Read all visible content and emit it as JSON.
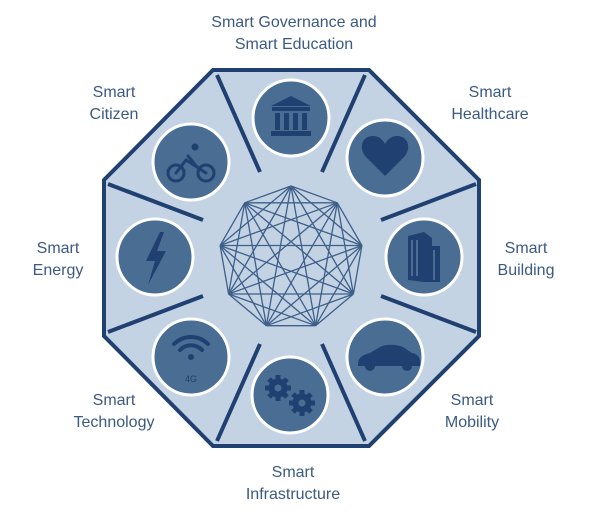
{
  "colors": {
    "dark_navy": "#1f4070",
    "segment_fill": "#c4d3e3",
    "circle_fill": "#4a6d93",
    "icon": "#1f4070",
    "center_lines": "#3d5f8a",
    "label_text": "#3b5a82"
  },
  "center_graphic": "complete-graph-star",
  "segments": [
    {
      "key": "governance",
      "label_lines": [
        "Smart Governance and",
        "Smart Education"
      ],
      "icon": "government-building-icon"
    },
    {
      "key": "healthcare",
      "label_lines": [
        "Smart",
        "Healthcare"
      ],
      "icon": "heart-icon"
    },
    {
      "key": "building",
      "label_lines": [
        "Smart",
        "Building"
      ],
      "icon": "buildings-icon"
    },
    {
      "key": "mobility",
      "label_lines": [
        "Smart",
        "Mobility"
      ],
      "icon": "car-icon"
    },
    {
      "key": "infrastructure",
      "label_lines": [
        "Smart",
        "Infrastructure"
      ],
      "icon": "gears-icon"
    },
    {
      "key": "technology",
      "label_lines": [
        "Smart",
        "Technology"
      ],
      "icon": "wifi-4g-icon",
      "icon_caption": "4G"
    },
    {
      "key": "energy",
      "label_lines": [
        "Smart",
        "Energy"
      ],
      "icon": "lightning-icon"
    },
    {
      "key": "citizen",
      "label_lines": [
        "Smart",
        "Citizen"
      ],
      "icon": "cyclist-icon"
    }
  ]
}
